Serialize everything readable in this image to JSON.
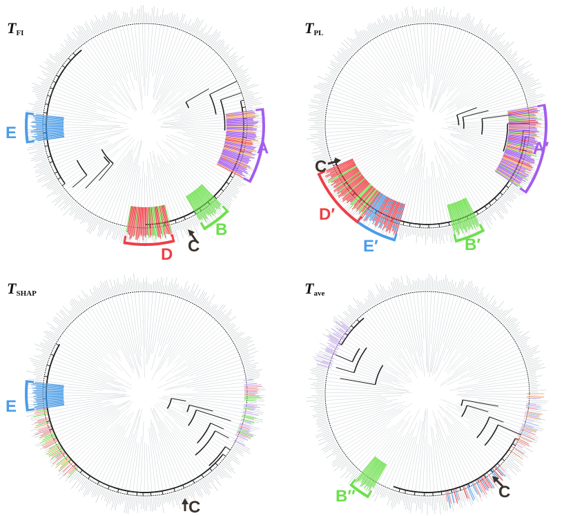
{
  "colors": {
    "circle": "#333333",
    "fan": "#cfd4d6",
    "branch": "#222222",
    "light_branch": "#c9ced1",
    "purple": "#a35cf0",
    "red": "#ef3e45",
    "blue": "#4a9de8",
    "green": "#6be04a",
    "orange": "#f5a86a",
    "pink": "#f08a95",
    "lavender": "#c9a8f2",
    "pale_blue": "#a9c9f2",
    "c_arrow": "#3a322c"
  },
  "panels": [
    {
      "id": "fi",
      "title": "T",
      "subscript": "FI",
      "clades": [
        {
          "label": "A",
          "color": "purple"
        },
        {
          "label": "B",
          "color": "green"
        },
        {
          "label": "D",
          "color": "red"
        },
        {
          "label": "E",
          "color": "blue"
        }
      ],
      "c_marker": "C"
    },
    {
      "id": "pl",
      "title": "T",
      "subscript": "PL",
      "clades": [
        {
          "label": "A′",
          "color": "purple"
        },
        {
          "label": "B′",
          "color": "green"
        },
        {
          "label": "D′",
          "color": "red"
        },
        {
          "label": "E′",
          "color": "blue"
        }
      ],
      "c_marker": "C"
    },
    {
      "id": "shap",
      "title": "T",
      "subscript": "SHAP",
      "clades": [
        {
          "label": "E",
          "color": "blue"
        }
      ],
      "c_marker": "C"
    },
    {
      "id": "ave",
      "title": "T",
      "subscript": "ave",
      "clades": [
        {
          "label": "B″",
          "color": "green"
        }
      ],
      "c_marker": "C"
    }
  ]
}
